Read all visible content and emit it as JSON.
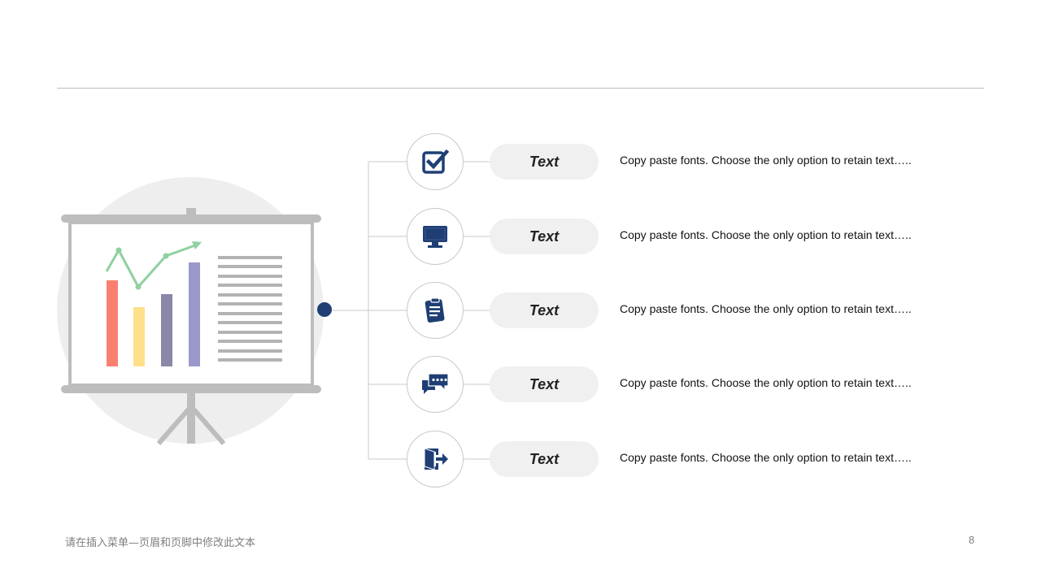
{
  "rows": [
    {
      "icon": "checkbox-icon",
      "label": "Text",
      "desc": "Copy paste fonts. Choose the only option to retain text….."
    },
    {
      "icon": "monitor-icon",
      "label": "Text",
      "desc": "Copy paste fonts. Choose the only option to retain text….."
    },
    {
      "icon": "clipboard-icon",
      "label": "Text",
      "desc": "Copy paste fonts. Choose the only option to retain text….."
    },
    {
      "icon": "chat-bubbles-icon",
      "label": "Text",
      "desc": "Copy paste fonts. Choose the only option to retain text….."
    },
    {
      "icon": "exit-door-icon",
      "label": "Text",
      "desc": "Copy paste fonts. Choose the only option to retain text….."
    }
  ],
  "footer": {
    "text": "请在插入菜单—页眉和页脚中修改此文本",
    "page_number": "8"
  },
  "colors": {
    "icon": "#1f3f74",
    "node": "#1f3f74",
    "bar1": "#f98070",
    "bar2": "#ffe08a",
    "bar3": "#8a87a8",
    "bar4": "#9b99cc",
    "trend": "#8fd0a0"
  }
}
